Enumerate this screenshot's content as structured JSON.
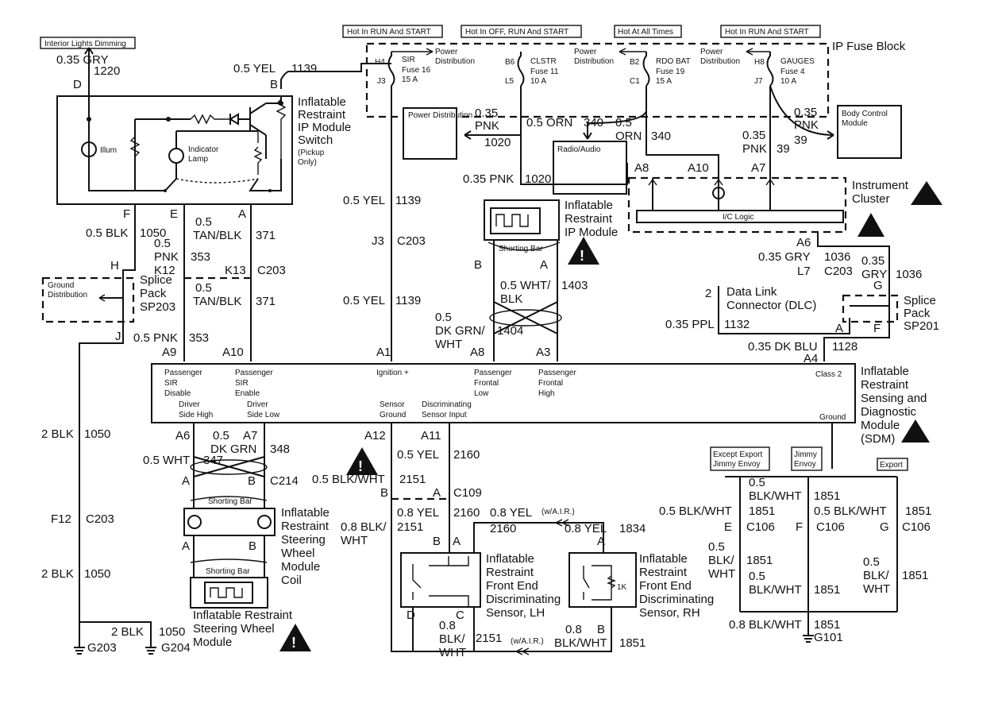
{
  "headers": {
    "interior_dimming": "Interior Lights Dimming",
    "hot_run_start_1": "Hot In RUN And START",
    "hot_off_run_start": "Hot In OFF, RUN And START",
    "hot_all_times": "Hot At All Times",
    "hot_run_start_2": "Hot In RUN And START"
  },
  "fuse_block": {
    "title": "IP Fuse Block",
    "power_distribution": "Power Distribution",
    "fuses": [
      {
        "pin_top": "H4",
        "pin_bot": "J3",
        "name": "SIR",
        "fuse": "Fuse 16",
        "amps": "15 A"
      },
      {
        "pin_top": "B6",
        "pin_bot": "L5",
        "name": "CLSTR",
        "fuse": "Fuse 11",
        "amps": "10 A"
      },
      {
        "pin_top": "B2",
        "pin_bot": "C1",
        "name": "RDO BAT",
        "fuse": "Fuse 19",
        "amps": "15 A"
      },
      {
        "pin_top": "H8",
        "pin_bot": "J7",
        "name": "GAUGES",
        "fuse": "Fuse 4",
        "amps": "10 A"
      }
    ]
  },
  "ip_switch": {
    "title": "Inflatable Restraint IP Module Switch",
    "note": "(Pickup Only)",
    "illum": "Illum",
    "indicator": "Indicator Lamp"
  },
  "modules": {
    "power_dist": "Power Distribution",
    "radio": "Radio/Audio",
    "bcm": "Body Control Module",
    "cluster": "Instrument Cluster",
    "ic_logic": "I/C Logic",
    "ip_module": "Inflatable Restraint IP Module",
    "shorting_bar": "Shorting Bar",
    "dlc": "Data Link Connector (DLC)",
    "splice_sp201": "Splice Pack SP201",
    "splice_sp203": "Splice Pack SP203",
    "ground_dist": "Ground Distribution",
    "sdm": "Inflatable Restraint Sensing and Diagnostic Module (SDM)",
    "steering_coil": "Inflatable Restraint Steering Wheel Module Coil",
    "steering_module": "Inflatable Restraint Steering Wheel Module",
    "sensor_lh": "Inflatable Restraint Front End Discriminating Sensor, LH",
    "sensor_rh": "Inflatable Restraint Front End Discriminating Sensor, RH",
    "except_export": "Except Export Jimmy Envoy",
    "jimmy_envoy": "Jimmy Envoy",
    "export": "Export",
    "resistor": "1K"
  },
  "sdm_pins": {
    "pass_disable": "Passenger SIR Disable",
    "pass_enable": "Passenger SIR Enable",
    "ignition": "Ignition +",
    "pass_frontal_low": "Passenger Frontal Low",
    "pass_frontal_high": "Passenger Frontal High",
    "class2": "Class 2",
    "driver_high": "Driver Side High",
    "driver_low": "Driver Side Low",
    "sensor_ground": "Sensor Ground",
    "disc_input": "Discriminating Sensor Input",
    "ground": "Ground"
  },
  "wire_labels": [
    {
      "id": "w1",
      "text": "0.35 GRY"
    },
    {
      "id": "w2",
      "text": "1220"
    },
    {
      "id": "w3",
      "text": "D"
    },
    {
      "id": "w4",
      "text": "0.5 YEL"
    },
    {
      "id": "w5",
      "text": "1139"
    },
    {
      "id": "w6",
      "text": "B"
    },
    {
      "id": "w7",
      "text": "0.35"
    },
    {
      "id": "w8",
      "text": "PNK"
    },
    {
      "id": "w9",
      "text": "1020"
    },
    {
      "id": "w10",
      "text": "0.5 ORN"
    },
    {
      "id": "w11",
      "text": "340"
    },
    {
      "id": "w12",
      "text": "0.5"
    },
    {
      "id": "w13",
      "text": "ORN"
    },
    {
      "id": "w14",
      "text": "340"
    },
    {
      "id": "w15",
      "text": "0.35"
    },
    {
      "id": "w16",
      "text": "PNK"
    },
    {
      "id": "w17",
      "text": "39"
    },
    {
      "id": "w18",
      "text": "0.35"
    },
    {
      "id": "w19",
      "text": "PNK"
    },
    {
      "id": "w20",
      "text": "39"
    },
    {
      "id": "w21",
      "text": "0.35 PNK"
    },
    {
      "id": "w22",
      "text": "1020"
    },
    {
      "id": "w23",
      "text": "A8"
    },
    {
      "id": "w24",
      "text": "A10"
    },
    {
      "id": "w25",
      "text": "A7"
    },
    {
      "id": "w26",
      "text": "F"
    },
    {
      "id": "w27",
      "text": "E"
    },
    {
      "id": "w28",
      "text": "A"
    },
    {
      "id": "w29",
      "text": "0.5 BLK"
    },
    {
      "id": "w30",
      "text": "1050"
    },
    {
      "id": "w31",
      "text": "0.5"
    },
    {
      "id": "w32",
      "text": "TAN/BLK"
    },
    {
      "id": "w33",
      "text": "371"
    },
    {
      "id": "w34",
      "text": "0.5"
    },
    {
      "id": "w35",
      "text": "PNK"
    },
    {
      "id": "w36",
      "text": "353"
    },
    {
      "id": "w37",
      "text": "H"
    },
    {
      "id": "w38",
      "text": "K12"
    },
    {
      "id": "w39",
      "text": "K13"
    },
    {
      "id": "w40",
      "text": "C203"
    },
    {
      "id": "w41",
      "text": "0.5 YEL"
    },
    {
      "id": "w42",
      "text": "1139"
    },
    {
      "id": "w43",
      "text": "J3"
    },
    {
      "id": "w44",
      "text": "C203"
    },
    {
      "id": "w45",
      "text": "0.5"
    },
    {
      "id": "w46",
      "text": "TAN/BLK"
    },
    {
      "id": "w47",
      "text": "371"
    },
    {
      "id": "w48",
      "text": "0.5 YEL"
    },
    {
      "id": "w49",
      "text": "1139"
    },
    {
      "id": "w50",
      "text": "J"
    },
    {
      "id": "w51",
      "text": "0.5 PNK"
    },
    {
      "id": "w52",
      "text": "353"
    },
    {
      "id": "w53",
      "text": "A9"
    },
    {
      "id": "w54",
      "text": "A10"
    },
    {
      "id": "w55",
      "text": "A1"
    },
    {
      "id": "w56",
      "text": "B"
    },
    {
      "id": "w57",
      "text": "A"
    },
    {
      "id": "w58",
      "text": "0.5 WHT/"
    },
    {
      "id": "w59",
      "text": "BLK"
    },
    {
      "id": "w60",
      "text": "1403"
    },
    {
      "id": "w61",
      "text": "0.5"
    },
    {
      "id": "w62",
      "text": "DK GRN/"
    },
    {
      "id": "w63",
      "text": "WHT"
    },
    {
      "id": "w64",
      "text": "1404"
    },
    {
      "id": "w65",
      "text": "A8"
    },
    {
      "id": "w66",
      "text": "A3"
    },
    {
      "id": "w67",
      "text": "A6"
    },
    {
      "id": "w68",
      "text": "0.35 GRY"
    },
    {
      "id": "w69",
      "text": "1036"
    },
    {
      "id": "w70",
      "text": "L7"
    },
    {
      "id": "w71",
      "text": "C203"
    },
    {
      "id": "w72",
      "text": "0.35"
    },
    {
      "id": "w73",
      "text": "GRY"
    },
    {
      "id": "w74",
      "text": "1036"
    },
    {
      "id": "w75",
      "text": "G"
    },
    {
      "id": "w76",
      "text": "2"
    },
    {
      "id": "w77",
      "text": "0.35 PPL"
    },
    {
      "id": "w78",
      "text": "1132"
    },
    {
      "id": "w79",
      "text": "A"
    },
    {
      "id": "w80",
      "text": "F"
    },
    {
      "id": "w81",
      "text": "0.35 DK BLU"
    },
    {
      "id": "w82",
      "text": "1128"
    },
    {
      "id": "w83",
      "text": "A4"
    },
    {
      "id": "w84",
      "text": "2 BLK"
    },
    {
      "id": "w85",
      "text": "1050"
    },
    {
      "id": "w86",
      "text": "A6"
    },
    {
      "id": "w87",
      "text": "0.5"
    },
    {
      "id": "w88",
      "text": "A7"
    },
    {
      "id": "w89",
      "text": "DK GRN"
    },
    {
      "id": "w90",
      "text": "348"
    },
    {
      "id": "w91",
      "text": "0.5 WHT"
    },
    {
      "id": "w92",
      "text": "347"
    },
    {
      "id": "w93",
      "text": "A"
    },
    {
      "id": "w94",
      "text": "B"
    },
    {
      "id": "w95",
      "text": "C214"
    },
    {
      "id": "w96",
      "text": "F12"
    },
    {
      "id": "w97",
      "text": "C203"
    },
    {
      "id": "w98",
      "text": "A"
    },
    {
      "id": "w99",
      "text": "B"
    },
    {
      "id": "w100",
      "text": "2 BLK"
    },
    {
      "id": "w101",
      "text": "1050"
    },
    {
      "id": "w102",
      "text": "2 BLK"
    },
    {
      "id": "w103",
      "text": "1050"
    },
    {
      "id": "w104",
      "text": "G203"
    },
    {
      "id": "w105",
      "text": "G204"
    },
    {
      "id": "w106",
      "text": "A12"
    },
    {
      "id": "w107",
      "text": "A11"
    },
    {
      "id": "w108",
      "text": "0.5 YEL"
    },
    {
      "id": "w109",
      "text": "2160"
    },
    {
      "id": "w110",
      "text": "0.5 BLK/WHT"
    },
    {
      "id": "w111",
      "text": "2151"
    },
    {
      "id": "w112",
      "text": "B"
    },
    {
      "id": "w113",
      "text": "A"
    },
    {
      "id": "w114",
      "text": "C109"
    },
    {
      "id": "w115",
      "text": "0.8 YEL"
    },
    {
      "id": "w116",
      "text": "2160"
    },
    {
      "id": "w117",
      "text": "0.8 YEL"
    },
    {
      "id": "w118",
      "text": "(w/A.I.R.)"
    },
    {
      "id": "w119",
      "text": "2160"
    },
    {
      "id": "w120",
      "text": "0.8 YEL"
    },
    {
      "id": "w121",
      "text": "1834"
    },
    {
      "id": "w122",
      "text": "0.8 BLK/"
    },
    {
      "id": "w123",
      "text": "WHT"
    },
    {
      "id": "w124",
      "text": "2151"
    },
    {
      "id": "w125",
      "text": "B"
    },
    {
      "id": "w126",
      "text": "A"
    },
    {
      "id": "w127",
      "text": "A"
    },
    {
      "id": "w128",
      "text": "D"
    },
    {
      "id": "w129",
      "text": "C"
    },
    {
      "id": "w130",
      "text": "0.8"
    },
    {
      "id": "w131",
      "text": "BLK/"
    },
    {
      "id": "w132",
      "text": "WHT"
    },
    {
      "id": "w133",
      "text": "2151"
    },
    {
      "id": "w134",
      "text": "(w/A.I.R.)"
    },
    {
      "id": "w135",
      "text": "0.8"
    },
    {
      "id": "w136",
      "text": "BLK/WHT"
    },
    {
      "id": "w137",
      "text": "B"
    },
    {
      "id": "w138",
      "text": "1851"
    },
    {
      "id": "w139",
      "text": "0.5"
    },
    {
      "id": "w140",
      "text": "BLK/WHT"
    },
    {
      "id": "w141",
      "text": "1851"
    },
    {
      "id": "w142",
      "text": "0.5 BLK/WHT"
    },
    {
      "id": "w143",
      "text": "1851"
    },
    {
      "id": "w144",
      "text": "0.5 BLK/WHT"
    },
    {
      "id": "w145",
      "text": "1851"
    },
    {
      "id": "w146",
      "text": "E"
    },
    {
      "id": "w147",
      "text": "C106"
    },
    {
      "id": "w148",
      "text": "F"
    },
    {
      "id": "w149",
      "text": "C106"
    },
    {
      "id": "w150",
      "text": "G"
    },
    {
      "id": "w151",
      "text": "C106"
    },
    {
      "id": "w152",
      "text": "0.5"
    },
    {
      "id": "w153",
      "text": "BLK/"
    },
    {
      "id": "w154",
      "text": "WHT"
    },
    {
      "id": "w155",
      "text": "1851"
    },
    {
      "id": "w156",
      "text": "0.5"
    },
    {
      "id": "w157",
      "text": "BLK/WHT"
    },
    {
      "id": "w158",
      "text": "1851"
    },
    {
      "id": "w159",
      "text": "0.5"
    },
    {
      "id": "w160",
      "text": "BLK/"
    },
    {
      "id": "w161",
      "text": "WHT"
    },
    {
      "id": "w162",
      "text": "1851"
    },
    {
      "id": "w163",
      "text": "0.8 BLK/WHT"
    },
    {
      "id": "w164",
      "text": "1851"
    },
    {
      "id": "w165",
      "text": "G101"
    }
  ]
}
